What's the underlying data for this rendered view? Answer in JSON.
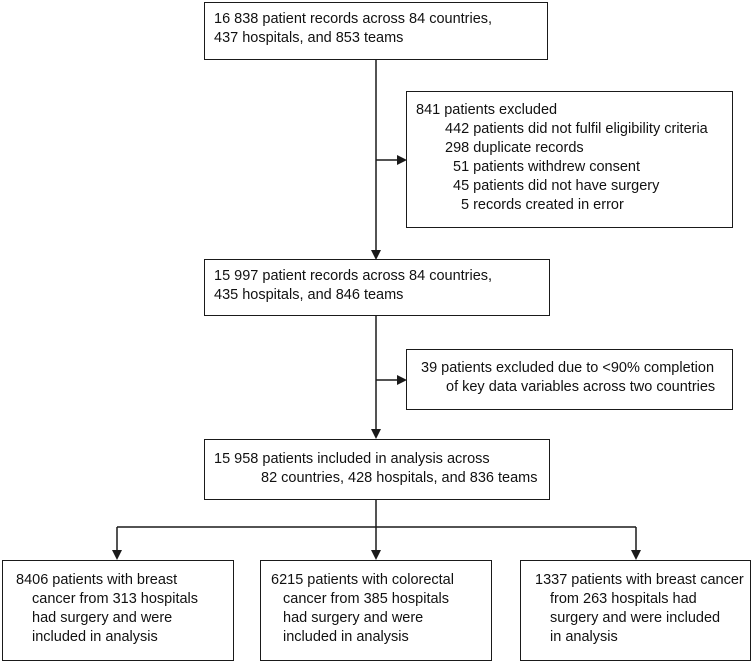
{
  "boxes": {
    "top": {
      "line1": "16 838 patient records across 84 countries,",
      "line2": "437 hospitals, and 853 teams"
    },
    "exclusion1": {
      "title": "841 patients excluded",
      "items": [
        "442 patients did not fulfil eligibility criteria",
        "298 duplicate records",
        "51 patients withdrew consent",
        "45 patients did not have surgery",
        "5 records created in error"
      ]
    },
    "middle": {
      "line1": "15 997 patient records across 84 countries,",
      "line2": "435 hospitals, and 846 teams"
    },
    "exclusion2": {
      "line1": "39 patients excluded due to <90% completion",
      "line2": "of key data variables across two countries"
    },
    "analysis": {
      "line1": "15 958 patients included in analysis across",
      "line2": "82 countries, 428 hospitals, and 836 teams"
    },
    "outcomes": [
      {
        "line1": "8406 patients with breast",
        "line2": "cancer from 313 hospitals",
        "line3": "had surgery and were",
        "line4": "included in analysis"
      },
      {
        "line1": "6215 patients with  colorectal",
        "line2": "cancer from 385 hospitals",
        "line3": "had surgery and were",
        "line4": "included in analysis"
      },
      {
        "line1": "1337 patients with breast cancer",
        "line2": "from 263 hospitals had",
        "line3": "surgery and were included",
        "line4": "in analysis"
      }
    ]
  }
}
